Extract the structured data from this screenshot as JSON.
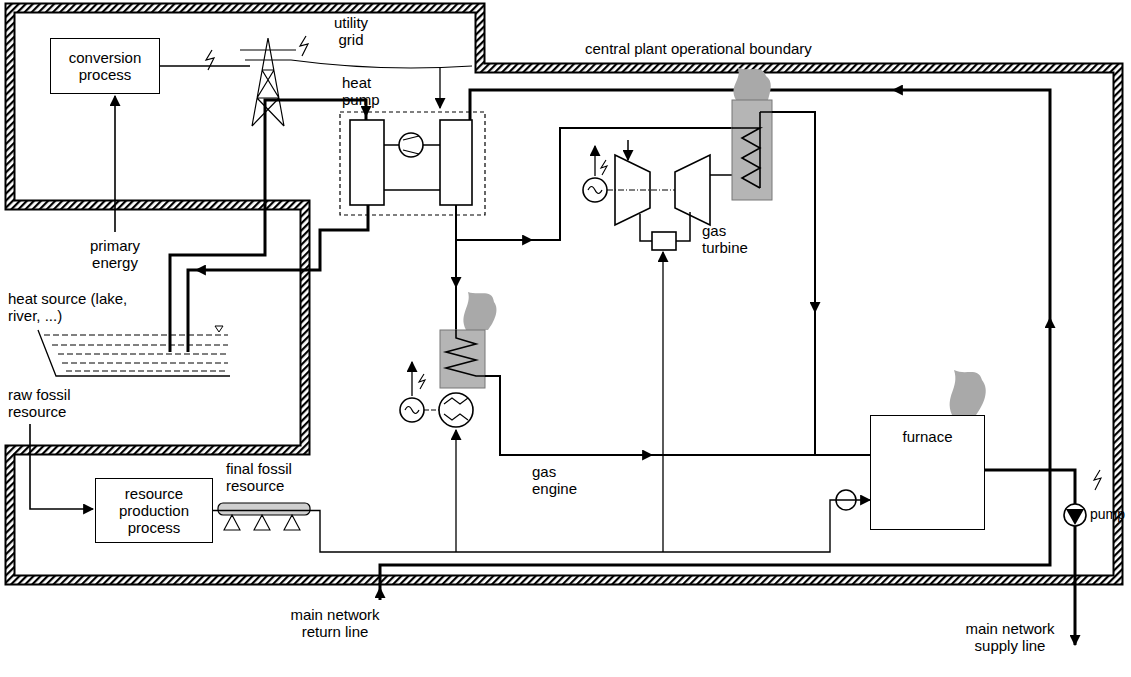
{
  "diagram": {
    "nodes": [
      {
        "text": [
          "conversion process"
        ]
      },
      {
        "text": [
          "resource production process"
        ]
      },
      {
        "text": [
          "furnace"
        ]
      }
    ],
    "edges": [
      {
        "from": 1,
        "to": 2,
        "arrow": "to"
      }
    ],
    "labels": [
      "central plant operational boundary",
      "utility grid",
      "heat pump",
      "primary energy",
      "heat source (lake, river, ...)",
      "raw fossil resource",
      "final fossil resource",
      "gas turbine",
      "gas engine",
      "pump",
      "main network return line",
      "main network supply line"
    ]
  }
}
